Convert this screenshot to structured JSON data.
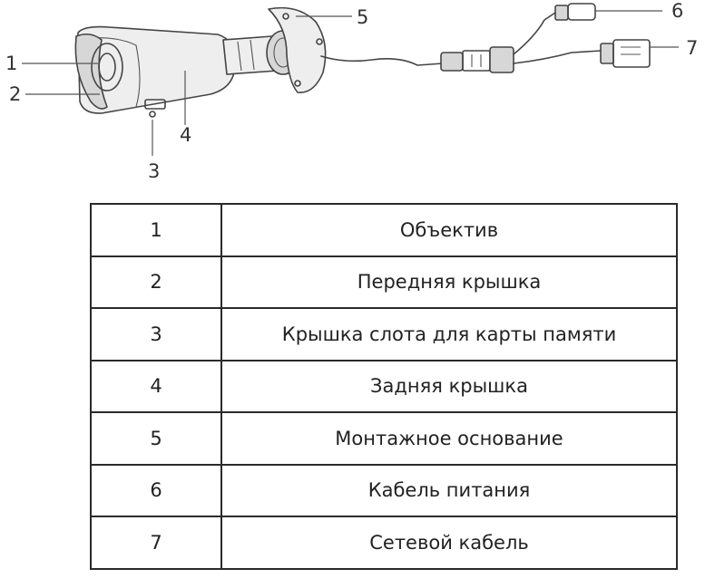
{
  "callouts": [
    "1",
    "2",
    "3",
    "4",
    "5",
    "6",
    "7"
  ],
  "parts": [
    {
      "number": "1",
      "name": "Объектив"
    },
    {
      "number": "2",
      "name": "Передняя крышка"
    },
    {
      "number": "3",
      "name": "Крышка слота для карты памяти"
    },
    {
      "number": "4",
      "name": "Задняя крышка"
    },
    {
      "number": "5",
      "name": "Монтажное основание"
    },
    {
      "number": "6",
      "name": "Кабель питания"
    },
    {
      "number": "7",
      "name": "Сетевой кабель"
    }
  ]
}
